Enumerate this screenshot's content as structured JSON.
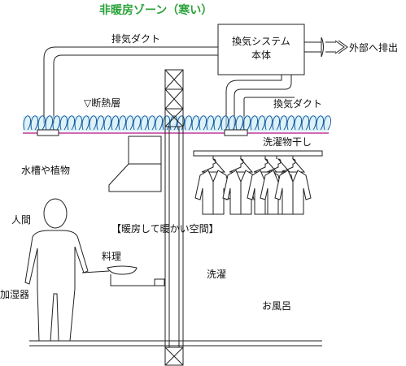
{
  "title": "非暖房ゾーン（寒い）",
  "labels": {
    "exhaust_duct_top": "排気ダクト",
    "ventilation_system_line1": "換気システム",
    "ventilation_system_line2": "本体",
    "outside_exhaust": "外部へ排出",
    "insulation": "▽断熱層",
    "exhaust_duct_right": "換気ダクト",
    "laundry_drying": "洗濯物干し",
    "aquarium_plants": "水槽や植物",
    "human": "人間",
    "heated_space": "【暖房して暖かい空間】",
    "cooking": "料理",
    "humidifier": "加湿器",
    "laundry": "洗濯",
    "bath": "お風呂"
  },
  "colors": {
    "title": "#2aa33a",
    "insulation_fill": "#bfe8f4",
    "insulation_stroke": "#1a5aa0",
    "ceiling_line": "#c0399a"
  },
  "icons": {
    "outside_arrow": "double-arrow-right-icon",
    "range_hood": "range-hood-icon",
    "person": "person-icon",
    "hanger": "hanger-icon",
    "pan": "frying-pan-icon"
  }
}
